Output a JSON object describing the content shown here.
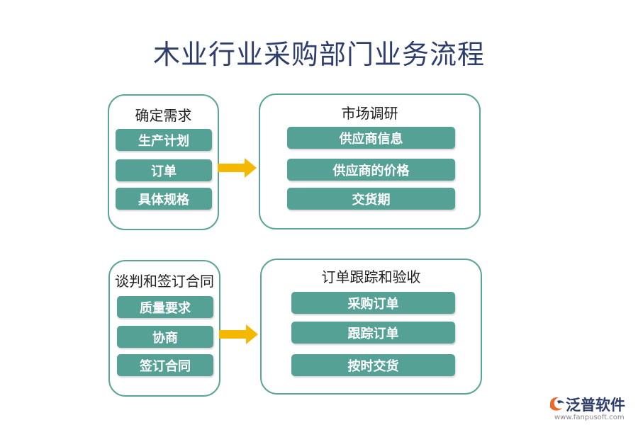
{
  "title": "木业行业采购部门业务流程",
  "groups": [
    {
      "title": "确定需求",
      "items": [
        "生产计划",
        "订单",
        "具体规格"
      ]
    },
    {
      "title": "市场调研",
      "items": [
        "供应商信息",
        "供应商的价格",
        "交货期"
      ]
    },
    {
      "title": "谈判和签订合同",
      "items": [
        "质量要求",
        "协商",
        "签订合同"
      ]
    },
    {
      "title": "订单跟踪和验收",
      "items": [
        "采购订单",
        "跟踪订单",
        "按时交货"
      ]
    }
  ],
  "colors": {
    "box_border": "#5aa598",
    "item_fill": "#55a196",
    "arrow": "#f5b800",
    "title": "#2e3d6b"
  },
  "logo": {
    "name": "泛普软件",
    "url": "www.fanpusoft.com",
    "icon": "fanpu-logo-icon"
  }
}
